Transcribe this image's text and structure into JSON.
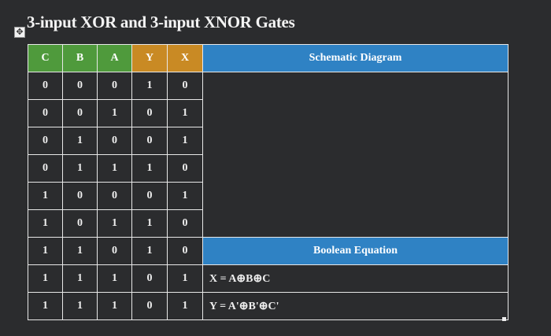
{
  "title": "3-input XOR and 3-input XNOR Gates",
  "headers": [
    "C",
    "B",
    "A",
    "Y",
    "X"
  ],
  "rows": [
    [
      "0",
      "0",
      "0",
      "1",
      "0"
    ],
    [
      "0",
      "0",
      "1",
      "0",
      "1"
    ],
    [
      "0",
      "1",
      "0",
      "0",
      "1"
    ],
    [
      "0",
      "1",
      "1",
      "1",
      "0"
    ],
    [
      "1",
      "0",
      "0",
      "0",
      "1"
    ],
    [
      "1",
      "0",
      "1",
      "1",
      "0"
    ],
    [
      "1",
      "1",
      "0",
      "1",
      "0"
    ],
    [
      "1",
      "1",
      "1",
      "0",
      "1"
    ]
  ],
  "schematic_header": "Schematic Diagram",
  "boolean_header": "Boolean Equation",
  "equations": [
    "X = A⊕B⊕C",
    "Y = A'⊕B'⊕C'"
  ],
  "colors": {
    "green": "#4f9a3c",
    "orange": "#c98a24",
    "blue": "#2f82c4",
    "background": "#2b2c2e"
  }
}
